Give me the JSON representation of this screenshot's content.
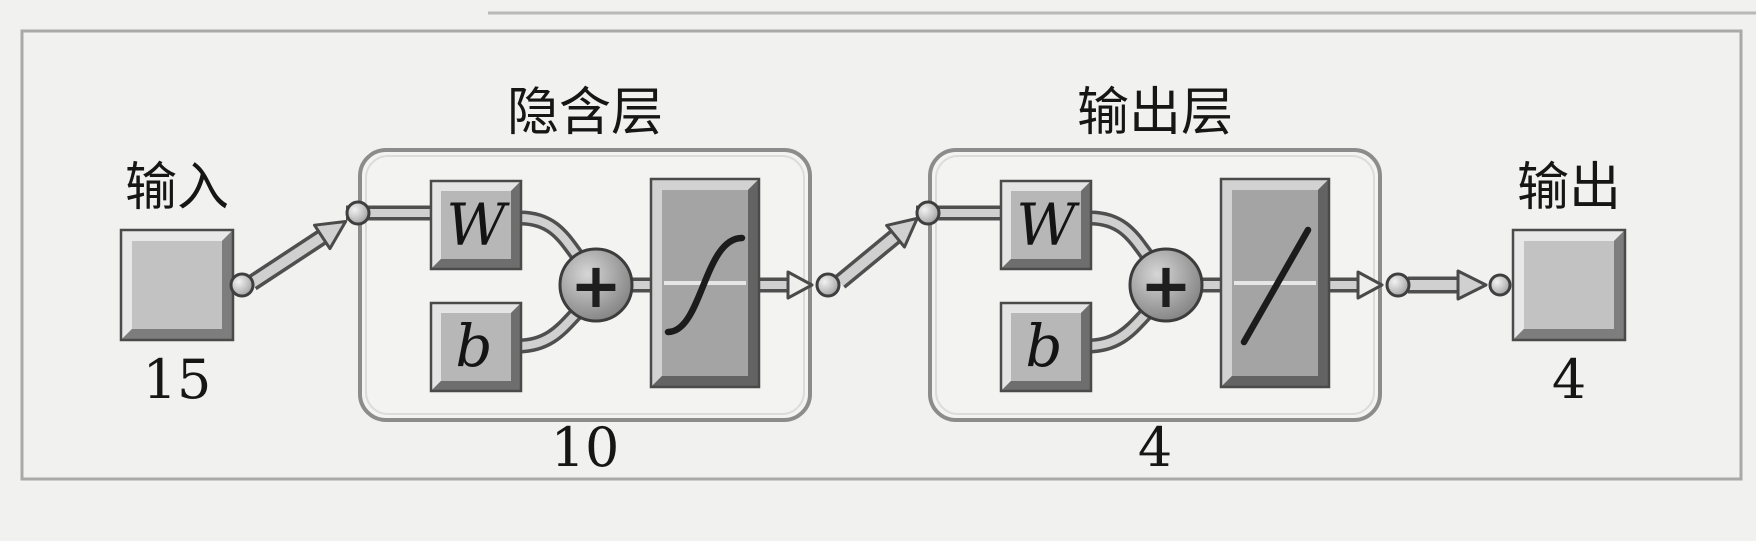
{
  "network": {
    "input": {
      "label": "输入",
      "dimension": "15"
    },
    "hidden_layer": {
      "title": "隐含层",
      "weight_label": "W",
      "bias_label": "b",
      "sum_symbol": "+",
      "transfer_icon": "sigmoid-curve",
      "neuron_count": "10"
    },
    "output_layer": {
      "title": "输出层",
      "weight_label": "W",
      "bias_label": "b",
      "sum_symbol": "+",
      "transfer_icon": "linear-line",
      "neuron_count": "4"
    },
    "output": {
      "label": "输出",
      "dimension": "4"
    }
  },
  "colors": {
    "background": "#f1f1ef",
    "frame": "#a9a9a9",
    "block_face": "#b7b7b7",
    "outline": "#4a4a4a"
  }
}
